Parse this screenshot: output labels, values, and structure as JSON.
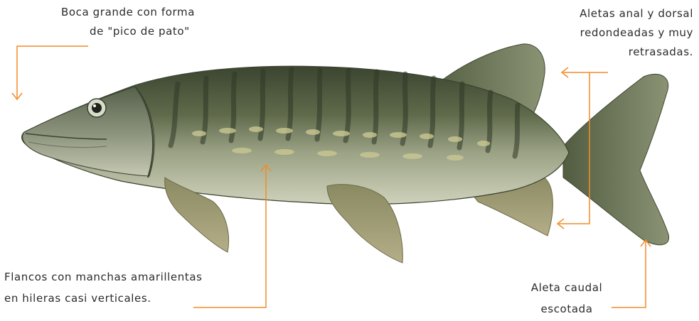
{
  "colors": {
    "callout": "#F28C28",
    "text": "#2b2b2b",
    "fish_back": "#3f4a34",
    "fish_mid": "#7d8566",
    "fish_belly": "#c9cdb4",
    "fin": "#9c9a74",
    "tail": "#66704f"
  },
  "subject_icon": "pike-fish-illustration",
  "labels": {
    "mouth": {
      "line1": "Boca grande con forma",
      "line2": "de \"pico de pato\""
    },
    "fins": {
      "line1": "Aletas anal y dorsal",
      "line2": "redondeadas y muy",
      "line3": "retrasadas."
    },
    "flanks": {
      "line1": "Flancos con manchas amarillentas",
      "line2": "en hileras casi verticales."
    },
    "tail": {
      "line1": "Aleta caudal",
      "line2": "escotada"
    }
  }
}
